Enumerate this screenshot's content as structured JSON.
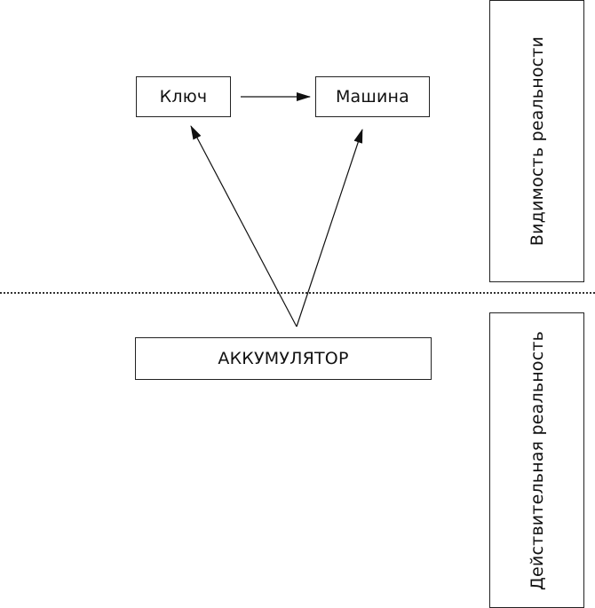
{
  "nodes": {
    "key": "Ключ",
    "car": "Машина",
    "accumulator": "АККУМУЛЯТОР"
  },
  "zones": {
    "visible": "Видимость реальности",
    "actual": "Действительная реальность"
  }
}
